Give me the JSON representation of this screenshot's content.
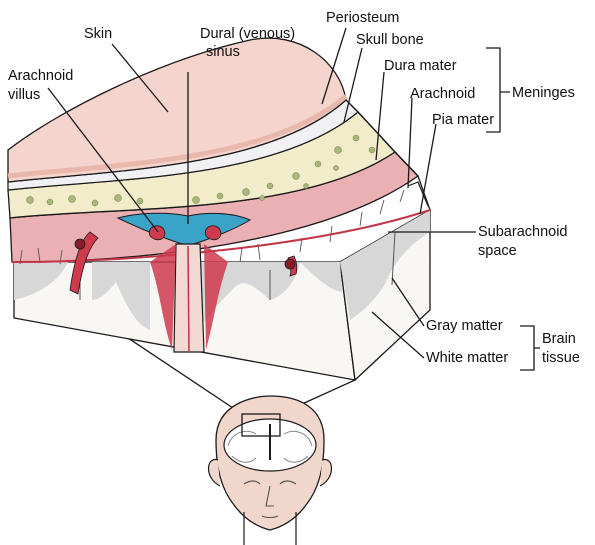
{
  "labels": {
    "skin": "Skin",
    "dural_sinus_line1": "Dural (venous)",
    "dural_sinus_line2": "sinus",
    "periosteum": "Periosteum",
    "skull_bone": "Skull bone",
    "arachnoid_villus_line1": "Arachnoid",
    "arachnoid_villus_line2": "villus",
    "dura_mater": "Dura mater",
    "arachnoid": "Arachnoid",
    "pia_mater": "Pia mater",
    "meninges": "Meninges",
    "subarachnoid_line1": "Subarachnoid",
    "subarachnoid_line2": "space",
    "gray_matter": "Gray matter",
    "white_matter": "White matter",
    "brain_tissue_line1": "Brain",
    "brain_tissue_line2": "tissue"
  },
  "colors": {
    "skin": "#f4d4cc",
    "skin_edge": "#e9b8ad",
    "periosteum": "#f1f1f4",
    "skull_bone": "#f2eccb",
    "bone_dots": "#a9b87a",
    "dura_mater": "#eab0b4",
    "dural_sinus": "#3aa3c8",
    "arachnoid_vessel": "#cf3a4c",
    "pia_line": "#c23447",
    "gray_matter": "#d7d7d7",
    "white_matter": "#f8f7f3",
    "outline": "#1a1a1a"
  }
}
